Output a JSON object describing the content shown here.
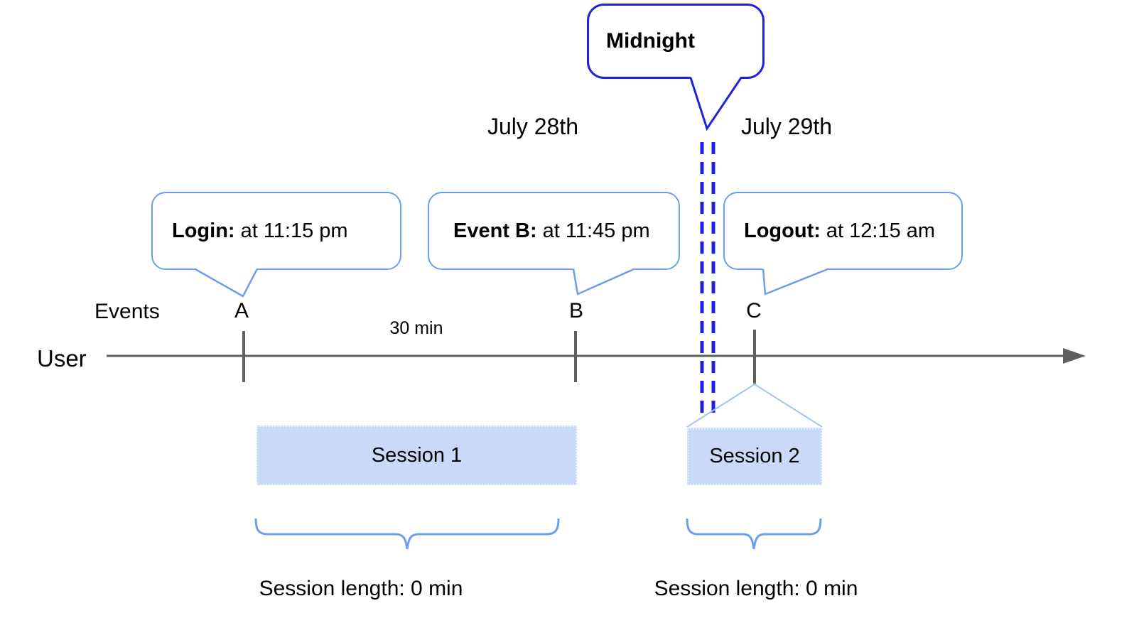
{
  "midnight": {
    "label": "Midnight"
  },
  "dates": {
    "before": "July 28th",
    "after": "July 29th"
  },
  "callouts": {
    "login": {
      "title": "Login:",
      "detail": "at 11:15 pm"
    },
    "event_b": {
      "title": "Event B:",
      "detail": "at 11:45 pm"
    },
    "logout": {
      "title": "Logout:",
      "detail": "at 12:15 am"
    }
  },
  "axis": {
    "events_label": "Events",
    "user_label": "User",
    "interval_label": "30 min",
    "markers": [
      "A",
      "B",
      "C"
    ]
  },
  "sessions": {
    "session1": {
      "label": "Session 1",
      "length": "Session length: 0 min"
    },
    "session2": {
      "label": "Session 2",
      "length": "Session length: 0 min"
    }
  },
  "colors": {
    "callout_border": "#6d9eeb",
    "midnight_blue": "#2121dd",
    "session_fill": "#c9daf8",
    "connector": "#a4c2f4",
    "axis_gray": "#5f5f5f"
  }
}
